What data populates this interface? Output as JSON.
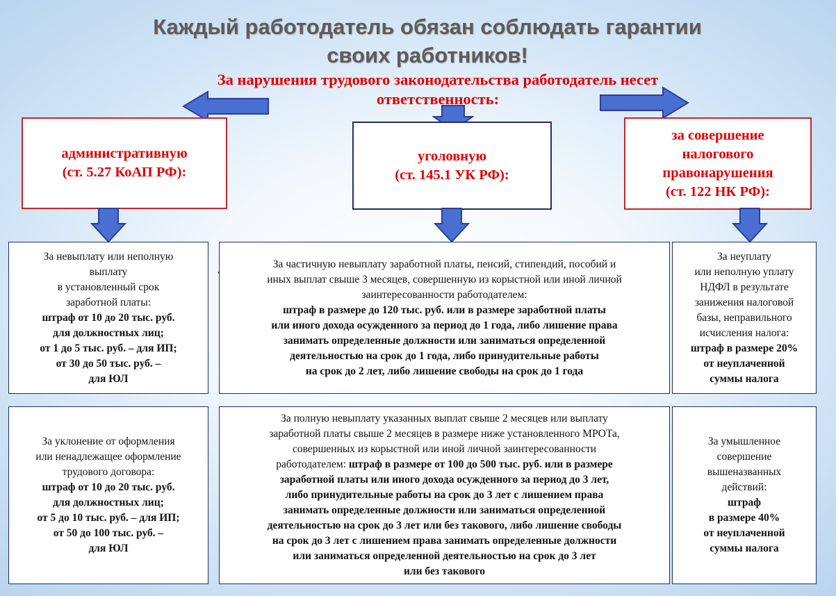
{
  "title": [
    "Каждый работодатель обязан соблюдать гарантии",
    "своих работников!"
  ],
  "subtitle": [
    "За нарушения трудового законодательства работодатель несет",
    "ответственность:"
  ],
  "colors": {
    "accent_red": "#e00000",
    "box_border_red": "#c0272d",
    "box_border_blue": "#1f2f63",
    "arrow_fill": "#4a6fd2",
    "arrow_stroke": "#2b3e96",
    "title_gray": "#5c5c5c"
  },
  "categories": [
    {
      "lines": [
        "административную",
        "(ст. 5.27 КоАП РФ):"
      ]
    },
    {
      "lines": [
        "уголовную",
        "(ст. 145.1 УК РФ):"
      ]
    },
    {
      "lines": [
        "за совершение",
        "налогового",
        "правонарушения",
        "(ст. 122 НК РФ):"
      ]
    }
  ],
  "row1": [
    {
      "normal": [
        "За невыплату или неполную",
        "выплату",
        "в установленный срок",
        "заработной платы:"
      ],
      "bold": [
        "штраф от 10 до 20 тыс. руб.",
        "для должностных лиц;",
        "от 1 до 5 тыс. руб. – для ИП;",
        "от 30 до 50 тыс. руб. –",
        "для ЮЛ"
      ]
    },
    {
      "normal": [
        "За частичную невыплату заработной платы, пенсий, стипендий, пособий и",
        "иных выплат свыше 3 месяцев, совершенную из корыстной или иной личной",
        "заинтересованности работодателем:"
      ],
      "bold": [
        "штраф в размере до 120 тыс. руб. или в размере заработной платы",
        "или иного дохода осужденного за период до 1 года, либо лишение права",
        "занимать определенные должности или заниматься определенной",
        "деятельностью на срок до 1 года, либо принудительные работы",
        "на срок до 2 лет, либо лишение свободы на срок до 1 года"
      ]
    },
    {
      "normal": [
        "За неуплату",
        "или неполную уплату",
        "НДФЛ в результате",
        "занижения налоговой",
        "базы, неправильного",
        "исчисления налога:"
      ],
      "bold": [
        "штраф в размере 20%",
        "от неуплаченной",
        "суммы налога"
      ]
    }
  ],
  "row2": [
    {
      "normal": [
        "За уклонение от оформления",
        "или ненадлежащее оформление",
        "трудового договора:"
      ],
      "bold": [
        "штраф от 10 до 20 тыс. руб.",
        "для должностных лиц;",
        "от 5 до 10 тыс. руб. – для ИП;",
        "от 50 до 100 тыс. руб. –",
        "для ЮЛ"
      ]
    },
    {
      "normal": [
        "За полную невыплату указанных выплат свыше 2 месяцев или выплату",
        "заработной платы свыше 2 месяцев в размере ниже установленного МРОТа,",
        "совершенных из корыстной или иной личной заинтересованности"
      ],
      "mixed_prefix": "работодателем: ",
      "mixed_bold": "штраф в размере от 100 до 500 тыс. руб. или в размере",
      "bold": [
        "заработной платы или иного дохода осужденного за период до 3 лет,",
        "либо принудительные работы на срок до 3 лет с лишением права",
        "занимать определенные должности или заниматься определенной",
        "деятельностью на срок до 3 лет или без такового, либо лишение свободы",
        "на срок до 3 лет с лишением права занимать определенные должности",
        "или заниматься определенной деятельностью на срок до 3 лет",
        "или без такового"
      ]
    },
    {
      "normal": [
        "За умышленное",
        "совершение",
        "вышеназванных",
        "действий:"
      ],
      "bold": [
        "штраф",
        "в размере 40%",
        "от неуплаченной",
        "суммы налога"
      ]
    }
  ]
}
